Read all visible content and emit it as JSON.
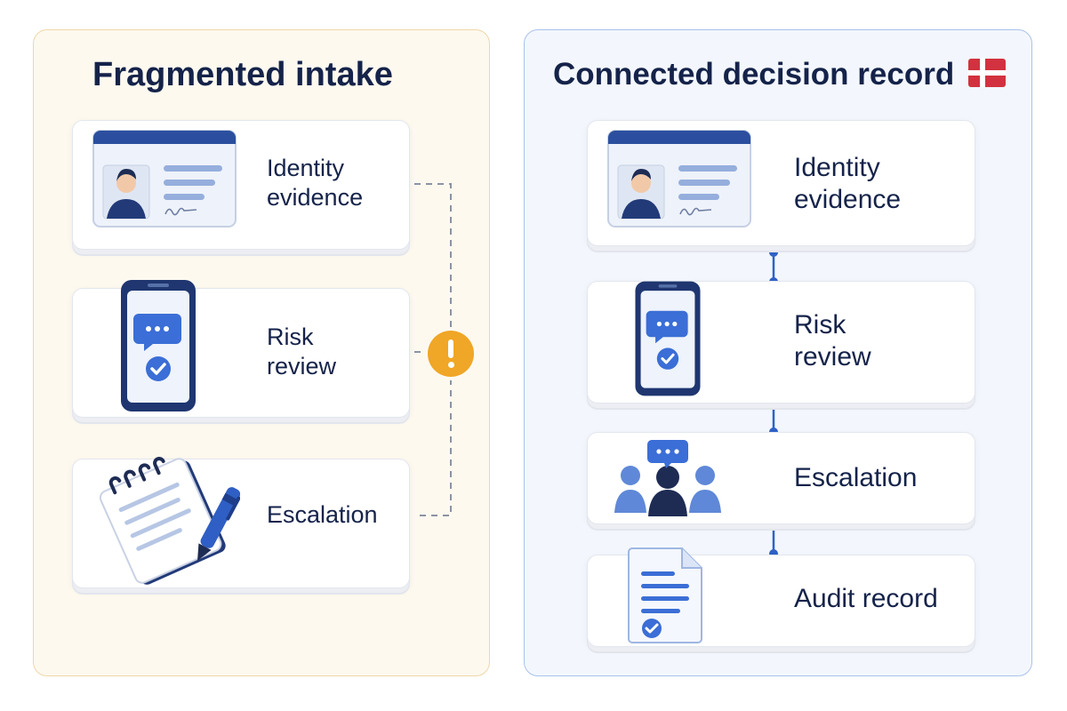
{
  "left_panel": {
    "title": "Fragmented intake",
    "cards": [
      {
        "label": "Identity\nevidence",
        "icon": "id-card-icon"
      },
      {
        "label": "Risk\nreview",
        "icon": "phone-chat-check-icon"
      },
      {
        "label": "Escalation",
        "icon": "notepad-pen-icon"
      }
    ],
    "warning_icon": "exclamation-icon"
  },
  "right_panel": {
    "title": "Connected decision record",
    "flag_icon": "denmark-flag-icon",
    "cards": [
      {
        "label": "Identity\nevidence",
        "icon": "id-card-icon"
      },
      {
        "label": "Risk\nreview",
        "icon": "phone-chat-check-icon"
      },
      {
        "label": "Escalation",
        "icon": "team-chat-icon"
      },
      {
        "label": "Audit record",
        "icon": "document-check-icon"
      }
    ]
  },
  "colors": {
    "navy": "#15234a",
    "blue": "#2f62c8",
    "left_panel_bg": "#fdf9ef",
    "left_panel_border": "#efd7a8",
    "right_panel_bg": "#f3f7fd",
    "right_panel_border": "#a9c2ea",
    "warning": "#f0a626",
    "flag_red": "#d2323f"
  }
}
